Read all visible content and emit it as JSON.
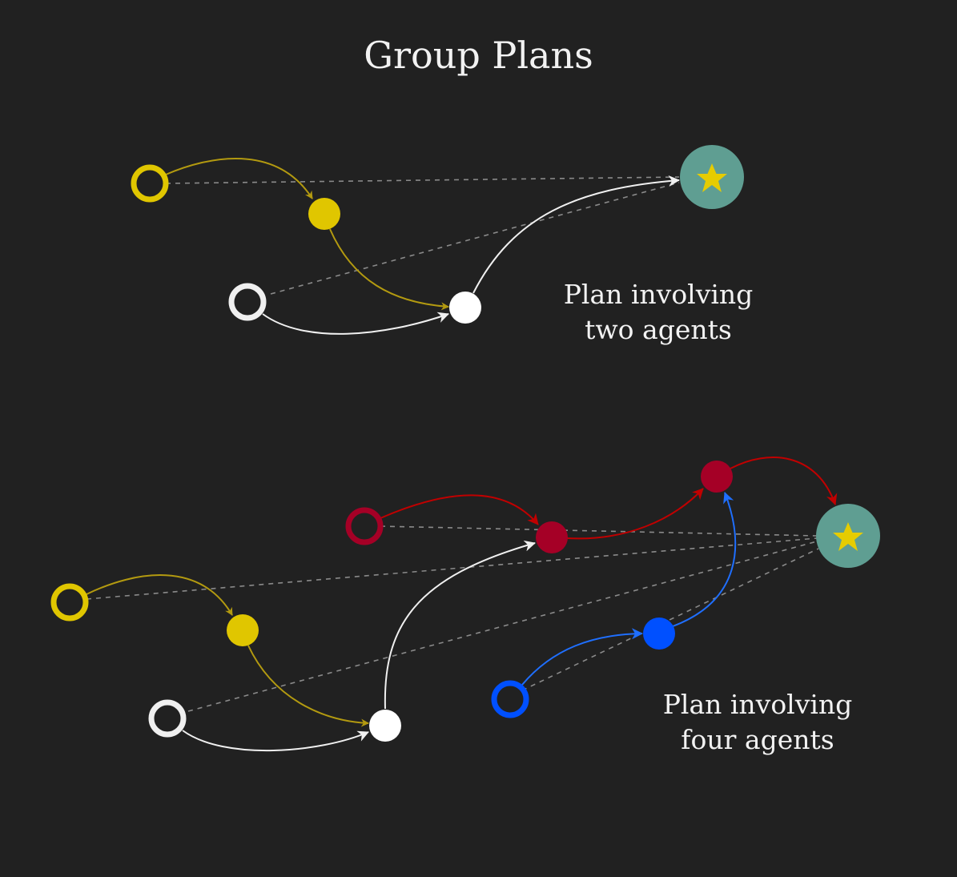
{
  "title": "Group Plans",
  "captions": {
    "two_agents": {
      "line1": "Plan involving",
      "line2": "two agents"
    },
    "four_agents": {
      "line1": "Plan involving",
      "line2": "four agents"
    }
  },
  "colors": {
    "background": "#212121",
    "yellow": "#e0c600",
    "white": "#f0f0f0",
    "red": "#a50026",
    "blue": "#0050ff",
    "goal": "#5f9e92",
    "star": "#e6cc00"
  }
}
